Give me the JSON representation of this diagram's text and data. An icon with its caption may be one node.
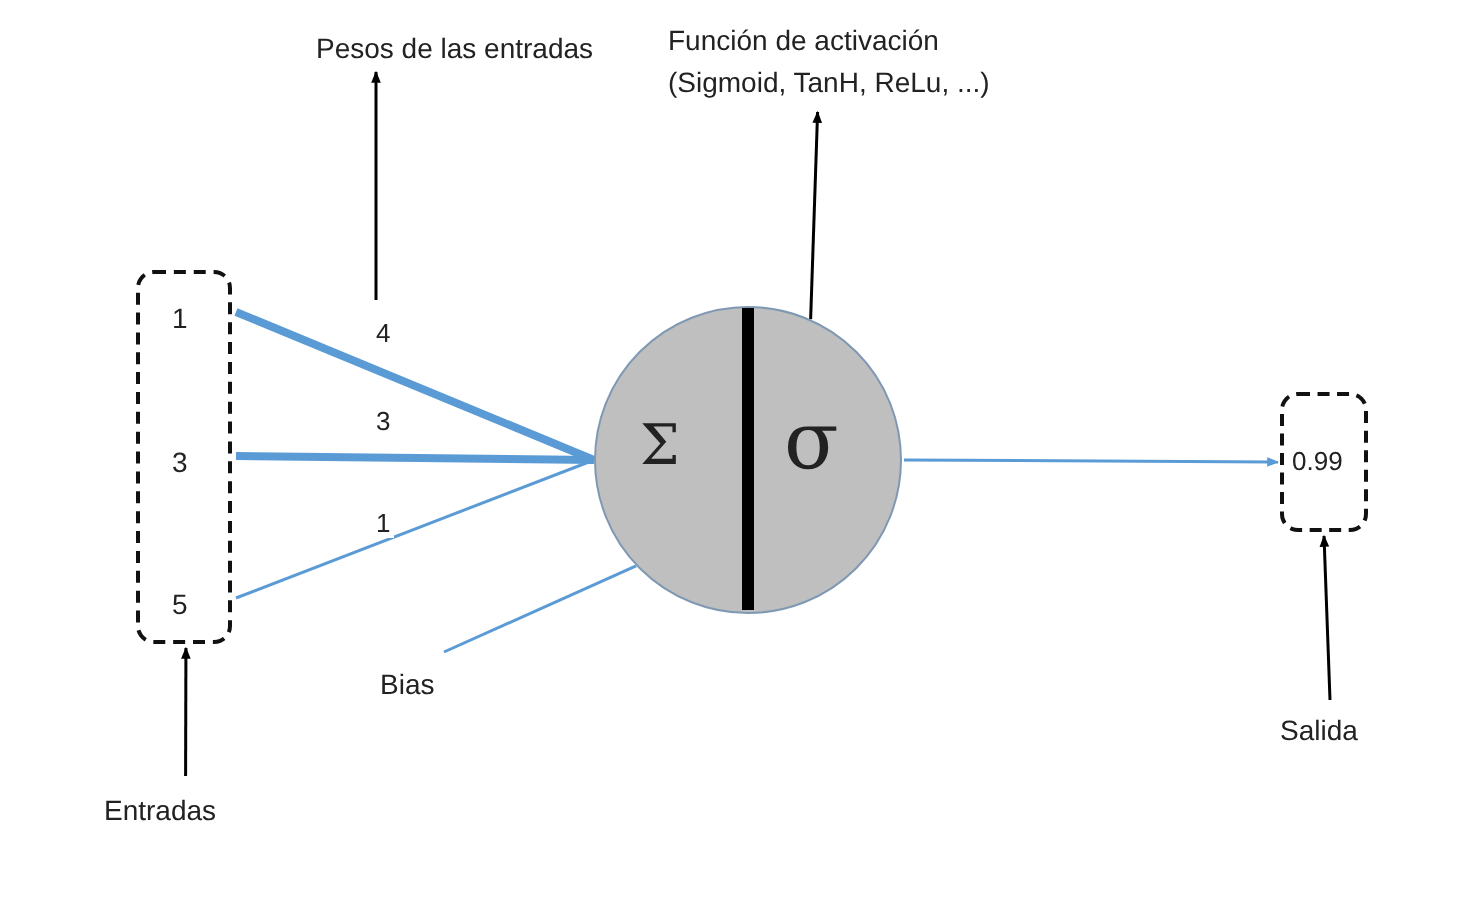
{
  "diagram": {
    "nodes": [
      {
        "text": [],
        "shape": "box"
      },
      {
        "text": [
          "1"
        ],
        "in": 0
      },
      {
        "text": [
          "3"
        ],
        "in": 0
      },
      {
        "text": [
          "5"
        ],
        "in": 0
      },
      {
        "text": [
          "Σ",
          "σ"
        ]
      },
      {
        "text": [
          "0.99"
        ]
      },
      {
        "text": [
          "Pesos de las entradas"
        ]
      },
      {
        "text": [
          "Función de activación (Sigmoid, TanH, ReLu, ...)"
        ]
      },
      {
        "text": [
          "Bias"
        ]
      },
      {
        "text": [
          "Entradas"
        ]
      },
      {
        "text": [
          "Salida"
        ]
      }
    ],
    "edges": [
      {
        "from": 1,
        "to": 4,
        "arrow": "none",
        "label": "4",
        "style": "thick",
        "color": "#5b9bd5"
      },
      {
        "from": 2,
        "to": 4,
        "arrow": "none",
        "label": "3",
        "style": "thick",
        "color": "#5b9bd5"
      },
      {
        "from": 3,
        "to": 4,
        "arrow": "none",
        "label": "1",
        "color": "#5b9bd5"
      },
      {
        "from": 4,
        "to": 5,
        "arrow": "to",
        "color": "#5b9bd5"
      },
      {
        "from": null,
        "to": 6,
        "arrow": "to",
        "color": "#000000"
      },
      {
        "from": 4,
        "to": 7,
        "arrow": "to",
        "color": "#000000"
      },
      {
        "from": 8,
        "to": 4,
        "arrow": "none",
        "color": "#5b9bd5"
      },
      {
        "from": 9,
        "to": 0,
        "arrow": "to",
        "color": "#000000"
      },
      {
        "from": 10,
        "to": 5,
        "arrow": "to",
        "color": "#000000"
      }
    ]
  }
}
